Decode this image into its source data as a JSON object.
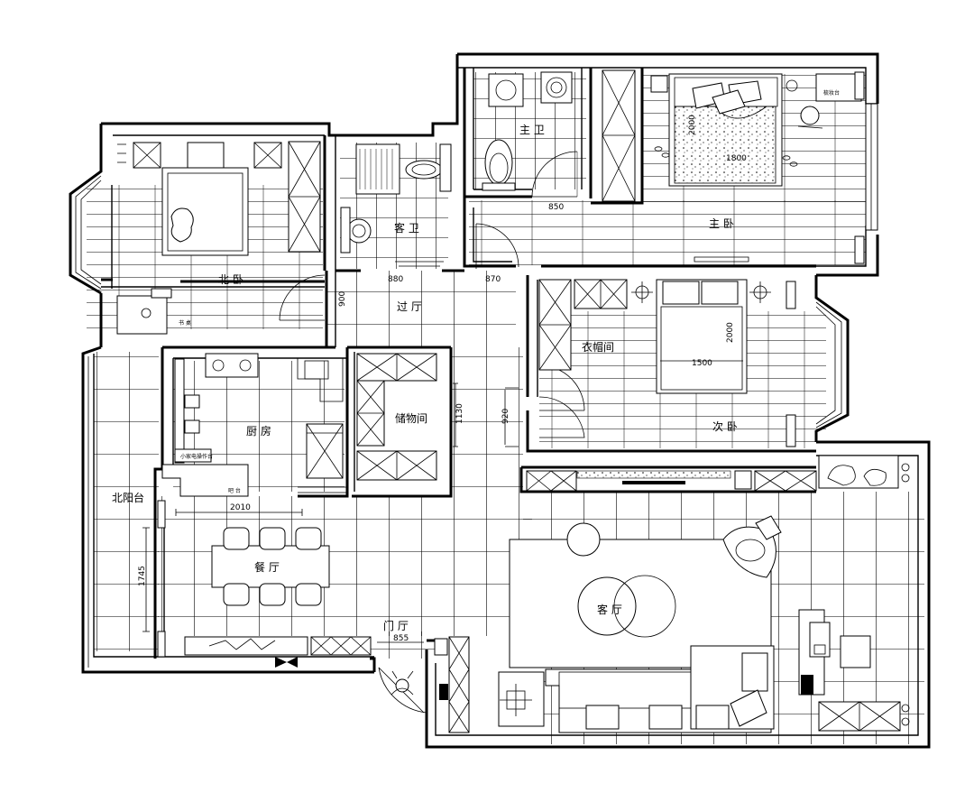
{
  "rooms": {
    "master_bath": "主 卫",
    "master_bedroom": "主 卧",
    "guest_bath": "客 卫",
    "north_bedroom": "北 卧",
    "hallway": "过 厅",
    "closet": "衣帽间",
    "second_bedroom": "次 卧",
    "kitchen": "厨 房",
    "storage": "储物间",
    "north_balcony": "北阳台",
    "dining": "餐 厅",
    "living": "客 厅",
    "foyer": "门 厅"
  },
  "furniture": {
    "dresser": "梳妆台",
    "desk": "书 桌",
    "fridge": "小家电操作台",
    "counter": "吧 台"
  },
  "dimensions": {
    "d_850": "850",
    "d_1800": "1800",
    "d_2000_master": "2000",
    "d_880": "880",
    "d_870": "870",
    "d_900": "900",
    "d_2000_second": "2000",
    "d_1500": "1500",
    "d_1130": "1130",
    "d_920": "920",
    "d_2010": "2010",
    "d_1745": "1745",
    "d_855": "855"
  }
}
